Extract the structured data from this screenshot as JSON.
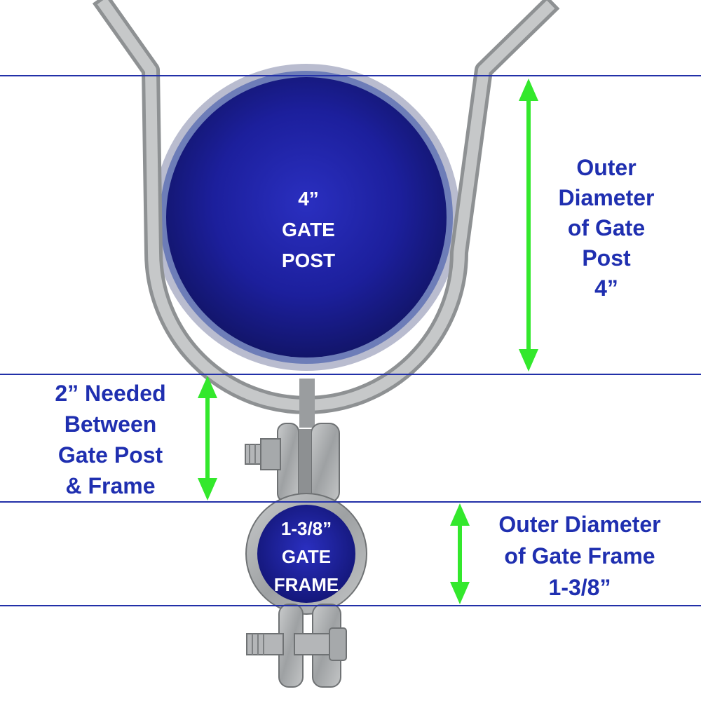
{
  "colors": {
    "guide_line": "#2230a8",
    "arrow": "#33e82c",
    "label_text": "#1f2fb0",
    "pipe_blue": "#1c1f9c",
    "galvanized_metal": "#a9acae"
  },
  "post_label": {
    "line1": "4”",
    "line2": "GATE",
    "line3": "POST"
  },
  "frame_label": {
    "line1": "1-3/8”",
    "line2": "GATE",
    "line3": "FRAME"
  },
  "post_dimension": {
    "line1": "Outer",
    "line2": "Diameter",
    "line3": "of Gate",
    "line4": "Post",
    "line5": "4”"
  },
  "gap_dimension": {
    "line1": "2” Needed",
    "line2": "Between",
    "line3": "Gate Post",
    "line4": "& Frame"
  },
  "frame_dimension": {
    "line1": "Outer Diameter",
    "line2": "of Gate Frame",
    "line3": "1-3/8”"
  },
  "icons": [
    "bolt-icon",
    "nut-icon",
    "strap-icon"
  ]
}
